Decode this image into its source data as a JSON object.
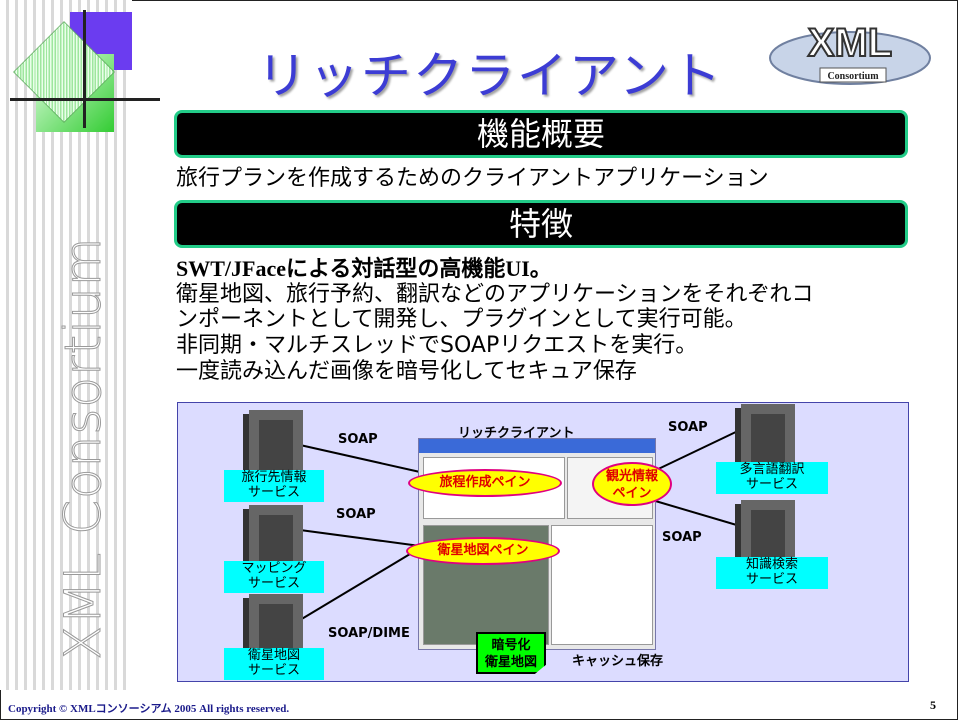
{
  "slide": {
    "title": "リッチクライアント",
    "side_text": "XML Consortium",
    "logo": {
      "text": "XML",
      "subtext": "Consortium"
    },
    "section1": {
      "heading": "機能概要",
      "text": "旅行プランを作成するためのクライアントアプリケーション"
    },
    "section2": {
      "heading": "特徴",
      "lines": [
        "SWT/JFaceによる対話型の高機能UI。",
        "衛星地図、旅行予約、翻訳などのアプリケーションをそれぞれコ",
        "ンポーネントとして開発し、プラグインとして実行可能。",
        "非同期・マルチスレッドでSOAPリクエストを実行。",
        "一度読み込んだ画像を暗号化してセキュア保存"
      ]
    },
    "diagram": {
      "center_label": "リッチクライアント",
      "services": {
        "travel": [
          "旅行先情報",
          "サービス"
        ],
        "mapping": [
          "マッピング",
          "サービス"
        ],
        "satellite": [
          "衛星地図",
          "サービス"
        ],
        "translation": [
          "多言語翻訳",
          "サービス"
        ],
        "knowledge": [
          "知識検索",
          "サービス"
        ]
      },
      "protocols": {
        "p1": "SOAP",
        "p2": "SOAP",
        "p3": "SOAP/DIME",
        "p4": "SOAP",
        "p5": "SOAP"
      },
      "panes": {
        "plan": "旅程作成ペイン",
        "map": "衛星地図ペイン",
        "tour": [
          "観光情報",
          "ペイン"
        ]
      },
      "cache": {
        "note": [
          "暗号化",
          "衛星地図"
        ],
        "label": "キャッシュ保存"
      }
    },
    "footer": {
      "copyright": "Copyright © XMLコンソーシアム  2005 All rights reserved.",
      "page": "5"
    }
  },
  "colors": {
    "title": "#3c3cd4",
    "bar_border": "#22cc88",
    "service_box": "#00ffff",
    "pill_fill": "#ffff00",
    "pill_border": "#e00080",
    "cache_note": "#00ff00",
    "diagram_bg": "#dcdcff"
  }
}
